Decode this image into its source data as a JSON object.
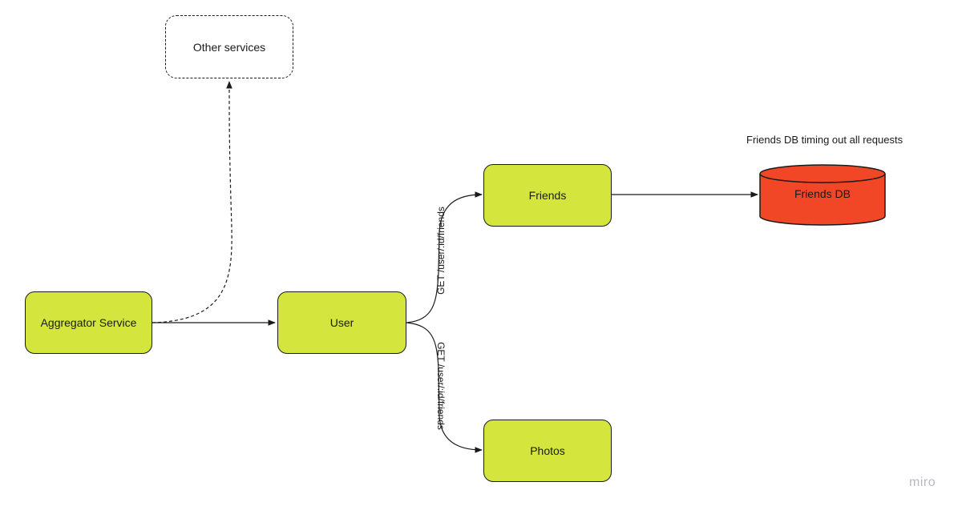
{
  "nodes": {
    "other_services": "Other services",
    "aggregator": "Aggregator Service",
    "user": "User",
    "friends": "Friends",
    "photos": "Photos",
    "friends_db": "Friends DB"
  },
  "annotations": {
    "db_status": "Friends DB timing out all requests"
  },
  "edges": {
    "user_to_friends": "GET /user/:id/friends",
    "user_to_photos": "GET /user/:id/friends"
  },
  "colors": {
    "service_fill": "#d4e63d",
    "db_fill": "#f24726",
    "stroke": "#1a1a1a"
  },
  "watermark": "miro"
}
